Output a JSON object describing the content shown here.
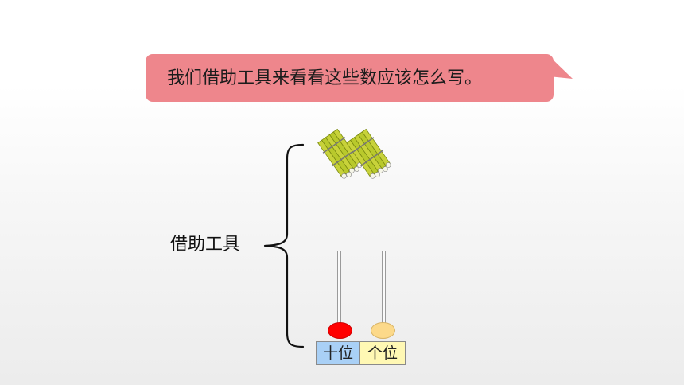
{
  "bubble": {
    "text": "我们借助工具来看看这些数应该怎么写。"
  },
  "tools": {
    "label": "借助工具"
  },
  "abacus": {
    "tens_label": "十位",
    "ones_label": "个位",
    "tens_bead_color": "#ff0000",
    "ones_bead_color": "#fcd98a"
  },
  "colors": {
    "bubble_fill": "#ee868c",
    "tens_box": "#a9d0f6",
    "ones_box": "#fff8b4"
  },
  "icons": [
    "stick-bundle-icon",
    "stick-bundle-icon"
  ]
}
